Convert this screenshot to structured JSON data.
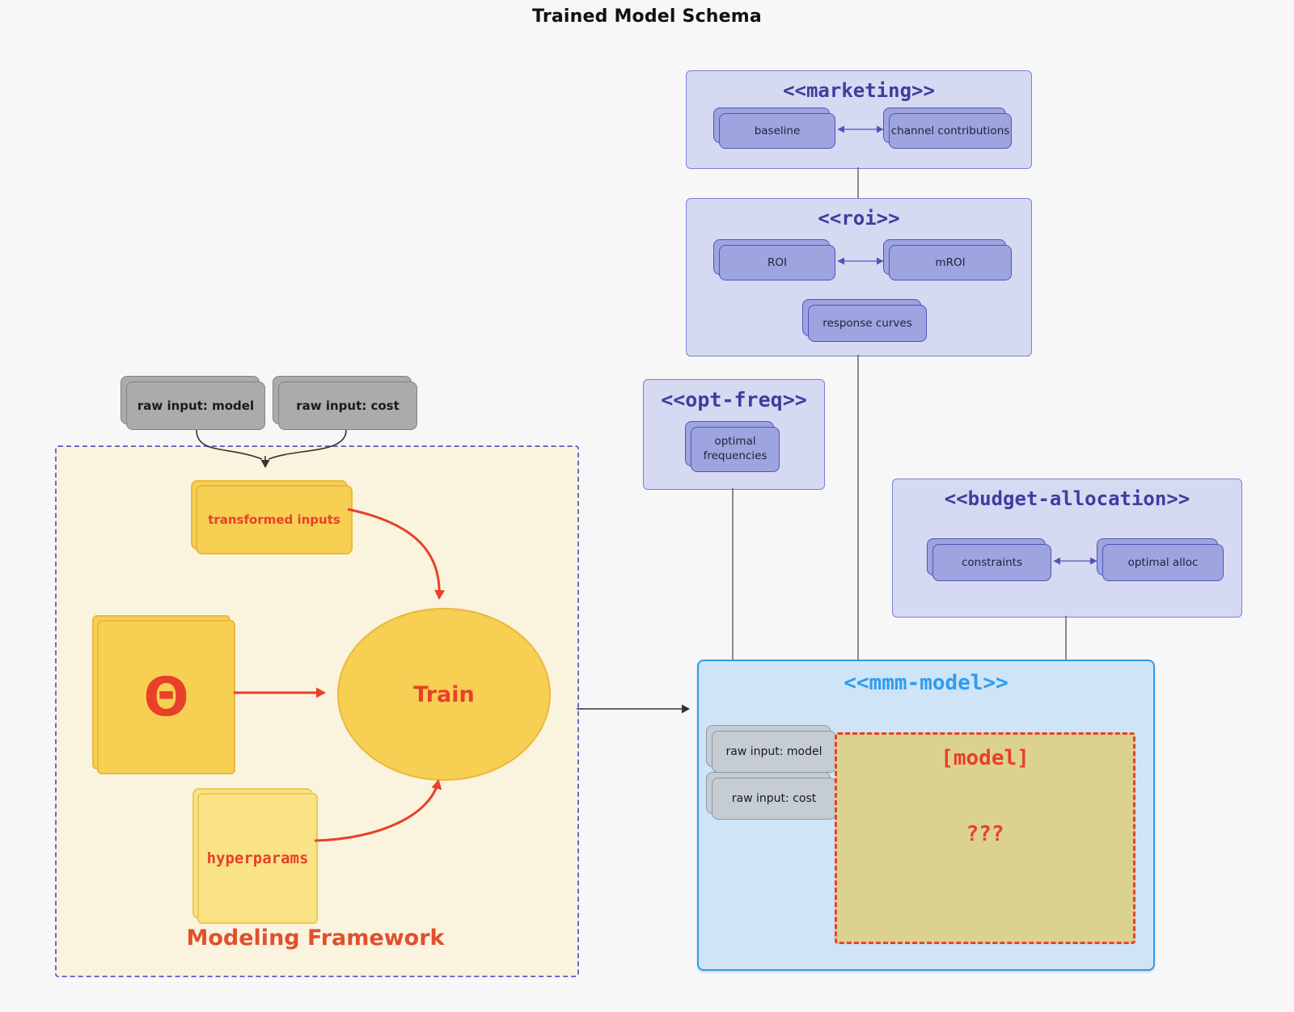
{
  "title": "Trained Model Schema",
  "external_inputs": {
    "raw_model": "raw input: model",
    "raw_cost": "raw input: cost"
  },
  "marketing": {
    "title": "<<marketing>>",
    "baseline": "baseline",
    "channel_contributions": "channel contributions"
  },
  "roi": {
    "title": "<<roi>>",
    "roi": "ROI",
    "mroi": "mROI",
    "response_curves": "response curves"
  },
  "opt_freq": {
    "title": "<<opt-freq>>",
    "optimal_frequencies": "optimal frequencies"
  },
  "budget_allocation": {
    "title": "<<budget-allocation>>",
    "constraints": "constraints",
    "optimal_alloc": "optimal alloc"
  },
  "mmm_model": {
    "title": "<<mmm-model>>",
    "raw_model": "raw input: model",
    "raw_cost": "raw input: cost",
    "model_tag": "[model]",
    "model_placeholder": "???"
  },
  "framework": {
    "label": "Modeling Framework",
    "transformed_inputs": "transformed inputs",
    "theta": "Θ",
    "train": "Train",
    "hyperparams": "hyperparams"
  },
  "colors": {
    "accent_red": "#e8402a",
    "indigo_title": "#3c3e9f",
    "lavender_fill": "#d6d9f2",
    "lavender_border": "#7b80d4",
    "purple_node_fill": "#9da4e0",
    "purple_node_border": "#4f55b8",
    "blue_fill": "#cfe4f7",
    "blue_border": "#2e9be6",
    "blue_title": "#2e9cf0",
    "gold_fill": "#f7cf52",
    "gold_border": "#eab83e",
    "light_gold_fill": "#fae287",
    "cream_fill": "#faf3de",
    "cream_border": "#646bcc",
    "gray_node_fill": "#ababab",
    "inner_gray_fill": "#c5ccd3",
    "khaki_fill": "#dcd28f",
    "framework_label": "#e0502e"
  }
}
